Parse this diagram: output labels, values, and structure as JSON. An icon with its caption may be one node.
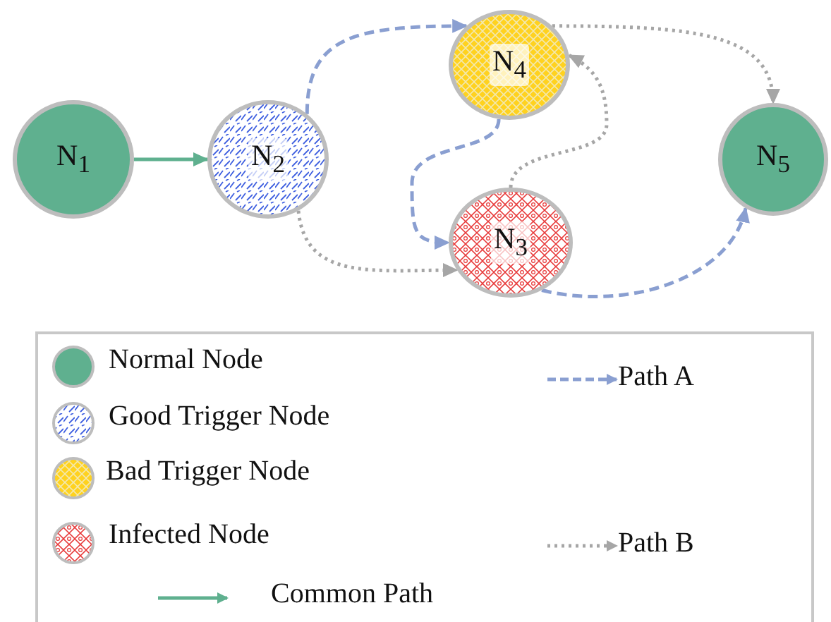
{
  "diagram": {
    "nodes": [
      {
        "text": [
          "N$_{1}$"
        ]
      },
      {
        "text": [
          "N$_{2}$"
        ]
      },
      {
        "text": [
          "N$_{4}$"
        ]
      },
      {
        "text": [
          "N$_{3}$"
        ]
      },
      {
        "text": [
          "N$_{5}$"
        ]
      }
    ],
    "edges": [
      {
        "from": 0,
        "to": 1,
        "arrow": "to",
        "color": "#5fb08f"
      },
      {
        "from": 1,
        "to": 2,
        "arrow": "to",
        "style": "dashed",
        "color": "#8a9fd1"
      },
      {
        "from": 2,
        "to": 3,
        "arrow": "to",
        "style": "dashed",
        "color": "#8a9fd1"
      },
      {
        "from": 3,
        "to": 4,
        "arrow": "to",
        "style": "dashed",
        "color": "#8a9fd1"
      },
      {
        "from": 1,
        "to": 3,
        "arrow": "to",
        "style": "dashed",
        "color": "#a6a6a6"
      },
      {
        "from": 3,
        "to": 2,
        "arrow": "to",
        "style": "dashed",
        "color": "#a6a6a6"
      },
      {
        "from": 2,
        "to": 4,
        "arrow": "to",
        "style": "dashed",
        "color": "#a6a6a6"
      }
    ],
    "legend": [
      {
        "text": "Normal Node",
        "color": "#5fb08f"
      },
      {
        "text": "Path A"
      },
      {
        "text": "Good Trigger Node"
      },
      {
        "text": "Bad Trigger Node"
      },
      {
        "text": "Infected Node"
      },
      {
        "text": "Path B"
      },
      {
        "text": "Common Path"
      }
    ]
  }
}
